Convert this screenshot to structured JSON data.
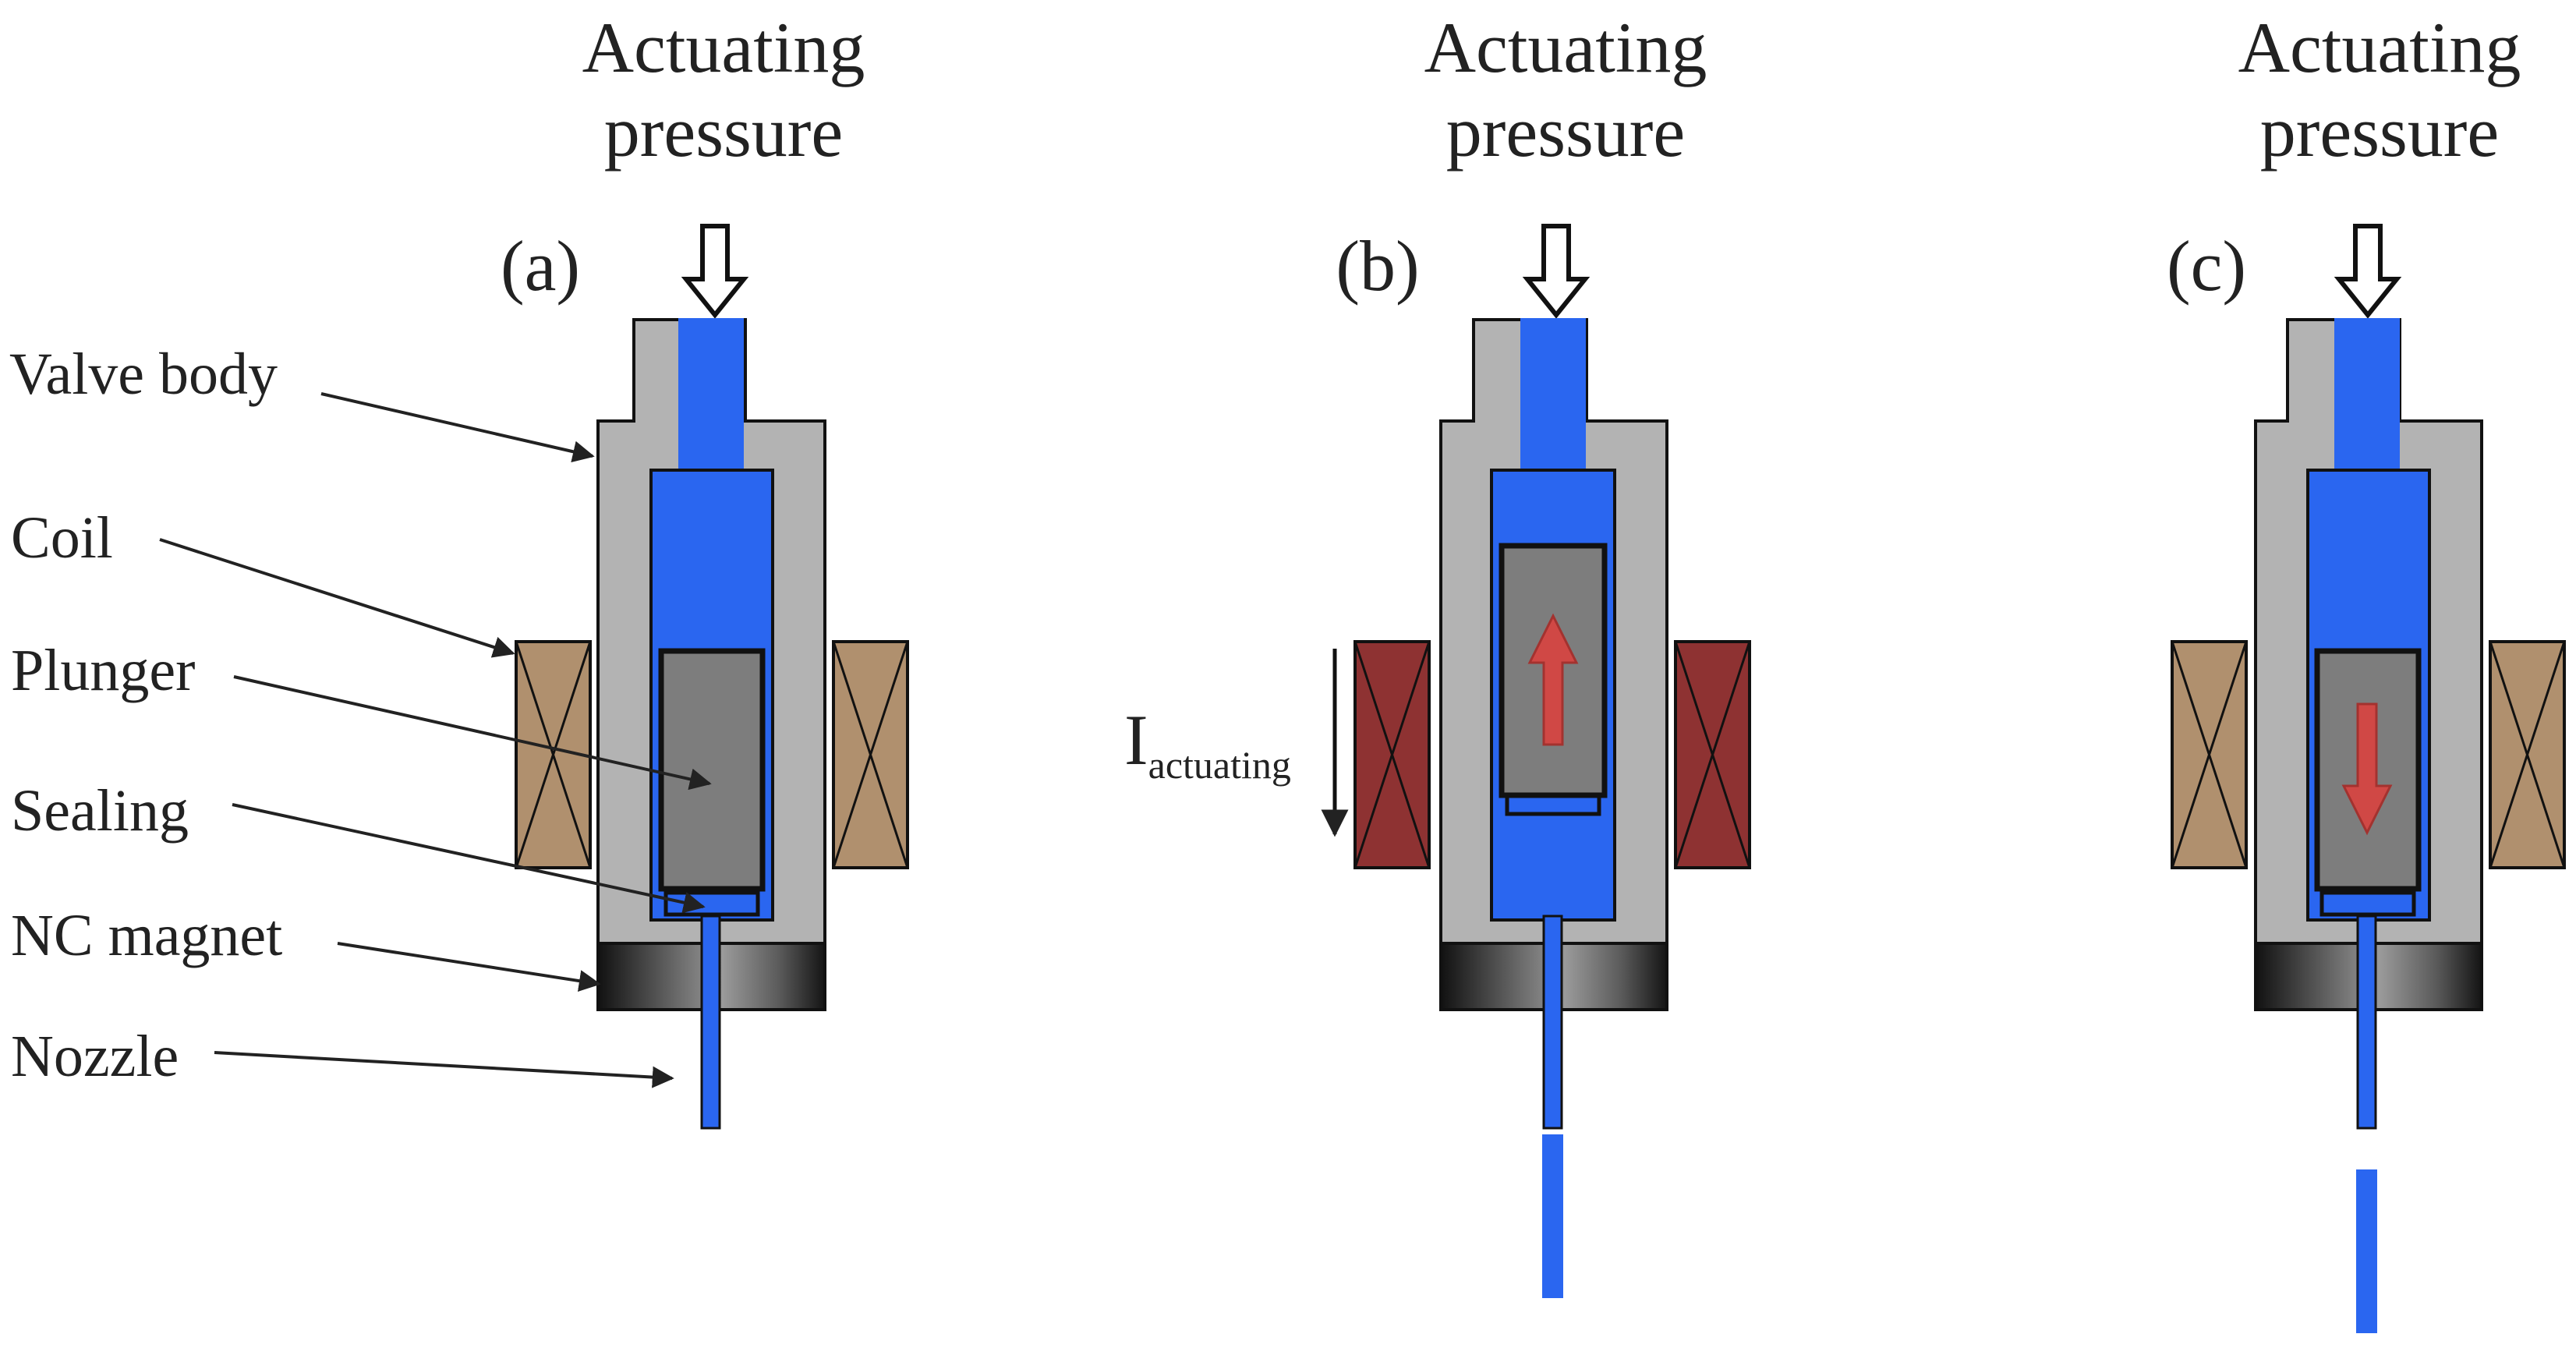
{
  "colors": {
    "valve_body": "#b3b3b3",
    "fluid": "#2a66f0",
    "plunger": "#7d7d7d",
    "coil_idle": "#b0906e",
    "coil_energized": "#8e3232",
    "force_arrow": "#d9433f",
    "magnet": "#4a4a4a",
    "outline": "#111111"
  },
  "panels": [
    {
      "tag": "(a)",
      "heading_line1": "Actuating",
      "heading_line2": "pressure",
      "state": "closed",
      "coil": "coil_idle",
      "force_arrow": "none"
    },
    {
      "tag": "(b)",
      "heading_line1": "Actuating",
      "heading_line2": "pressure",
      "state": "open",
      "coil": "coil_energized",
      "force_arrow": "up"
    },
    {
      "tag": "(c)",
      "heading_line1": "Actuating",
      "heading_line2": "pressure",
      "state": "closing",
      "coil": "coil_idle",
      "force_arrow": "down"
    }
  ],
  "labels": {
    "valve_body": "Valve body",
    "coil": "Coil",
    "plunger": "Plunger",
    "sealing": "Sealing",
    "nc_magnet": "NC magnet",
    "nozzle": "Nozzle"
  },
  "current": {
    "main": "I",
    "sub": "actuating",
    "direction": "down"
  }
}
